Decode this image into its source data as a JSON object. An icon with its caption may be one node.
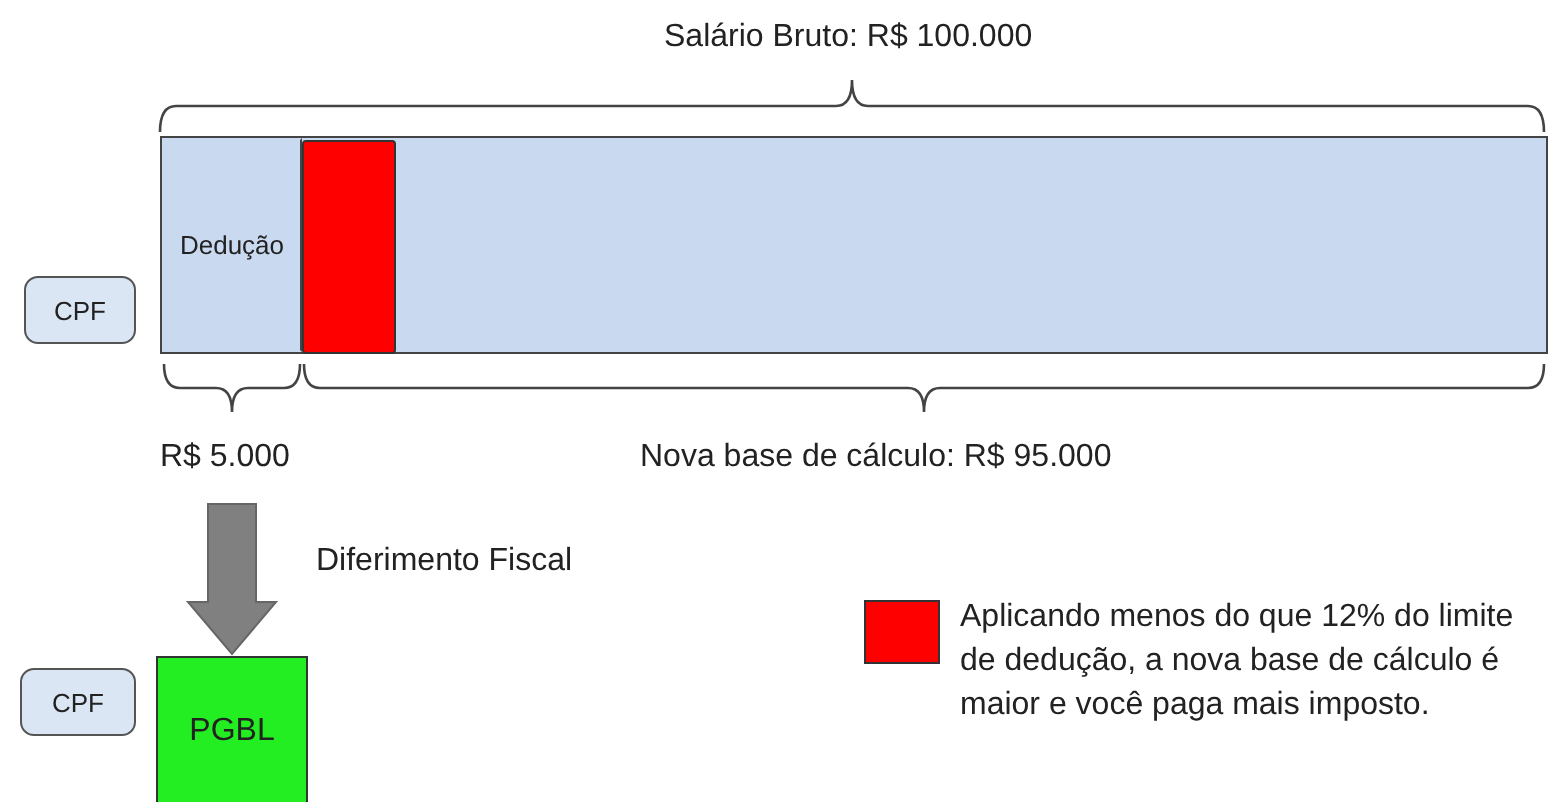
{
  "diagram": {
    "nodes": [
      {
        "text": [
          "CPF"
        ]
      },
      {
        "text": [],
        "shape": "bar"
      },
      {
        "text": [
          "Dedução"
        ],
        "in": 1
      },
      {
        "text": [],
        "shape": "box",
        "in": 1
      },
      {
        "text": [
          "CPF"
        ]
      },
      {
        "text": [
          "PGBL"
        ]
      }
    ],
    "edges": [
      {
        "from": null,
        "to": 5,
        "arrow": "to",
        "label": "Diferimento Fiscal",
        "style": "thick",
        "color": "#808080"
      }
    ],
    "labels": [
      "Salário Bruto: R$ 100.000",
      "R$ 5.000",
      "Nova base de cálculo: R$ 95.000"
    ],
    "legend": [
      {
        "text": "Aplicando menos do que 12% do limite de dedução, a nova base de cálculo é maior e você paga mais imposto.",
        "color": "#ff0000"
      }
    ]
  }
}
